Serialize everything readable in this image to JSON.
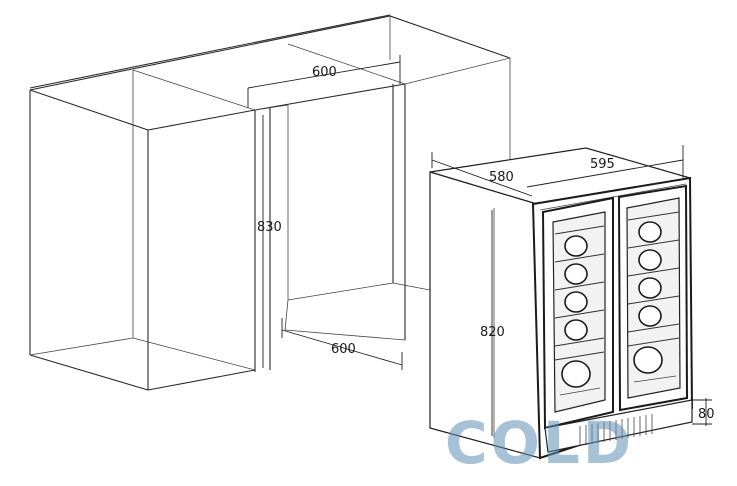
{
  "dimensions": {
    "cabinet_top_width": "600",
    "cabinet_height": "830",
    "cabinet_bottom_width": "600",
    "fridge_depth": "580",
    "fridge_width": "595",
    "fridge_height": "820",
    "fridge_plinth": "80"
  },
  "watermark": {
    "text": "COLD",
    "color": "#5f8fb5"
  }
}
